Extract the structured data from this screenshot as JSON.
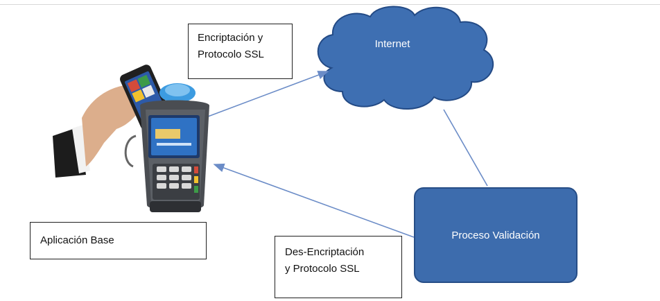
{
  "diagram": {
    "nodes": {
      "encryption_label": [
        "Encriptación y",
        "Protocolo SSL"
      ],
      "internet_label": "Internet",
      "process_label": "Proceso Validación",
      "app_label": "Aplicación Base",
      "decryption_label": [
        "Des-Encriptación",
        "y Protocolo SSL"
      ]
    },
    "edges": [
      {
        "from": "payment-terminal",
        "to": "internet-cloud",
        "arrow": "to"
      },
      {
        "from": "internet-cloud",
        "to": "process-validation",
        "arrow": "none"
      },
      {
        "from": "process-validation",
        "to": "payment-terminal",
        "arrow": "to"
      }
    ],
    "colors": {
      "cloud_fill": "#3e6fb2",
      "process_fill": "#3d6cad",
      "connector": "#6b8cc7"
    },
    "images": {
      "pos_terminal": "hand holding smartphone over payment terminal"
    }
  }
}
